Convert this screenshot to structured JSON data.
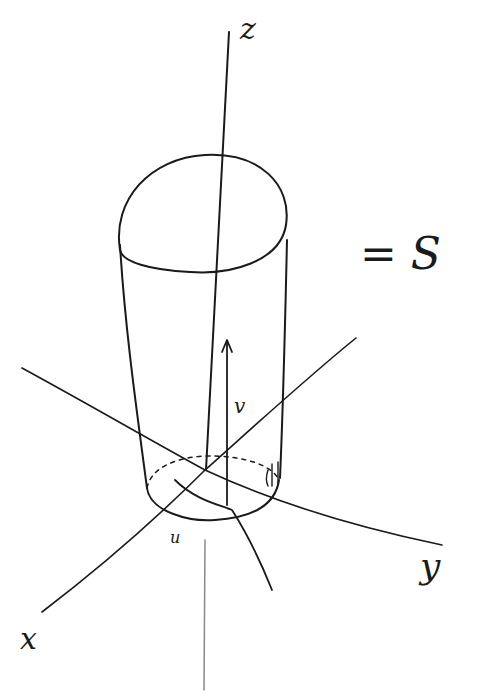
{
  "diagram": {
    "labels": [
      "z",
      "= S",
      "v",
      "u",
      "y",
      "x"
    ]
  }
}
